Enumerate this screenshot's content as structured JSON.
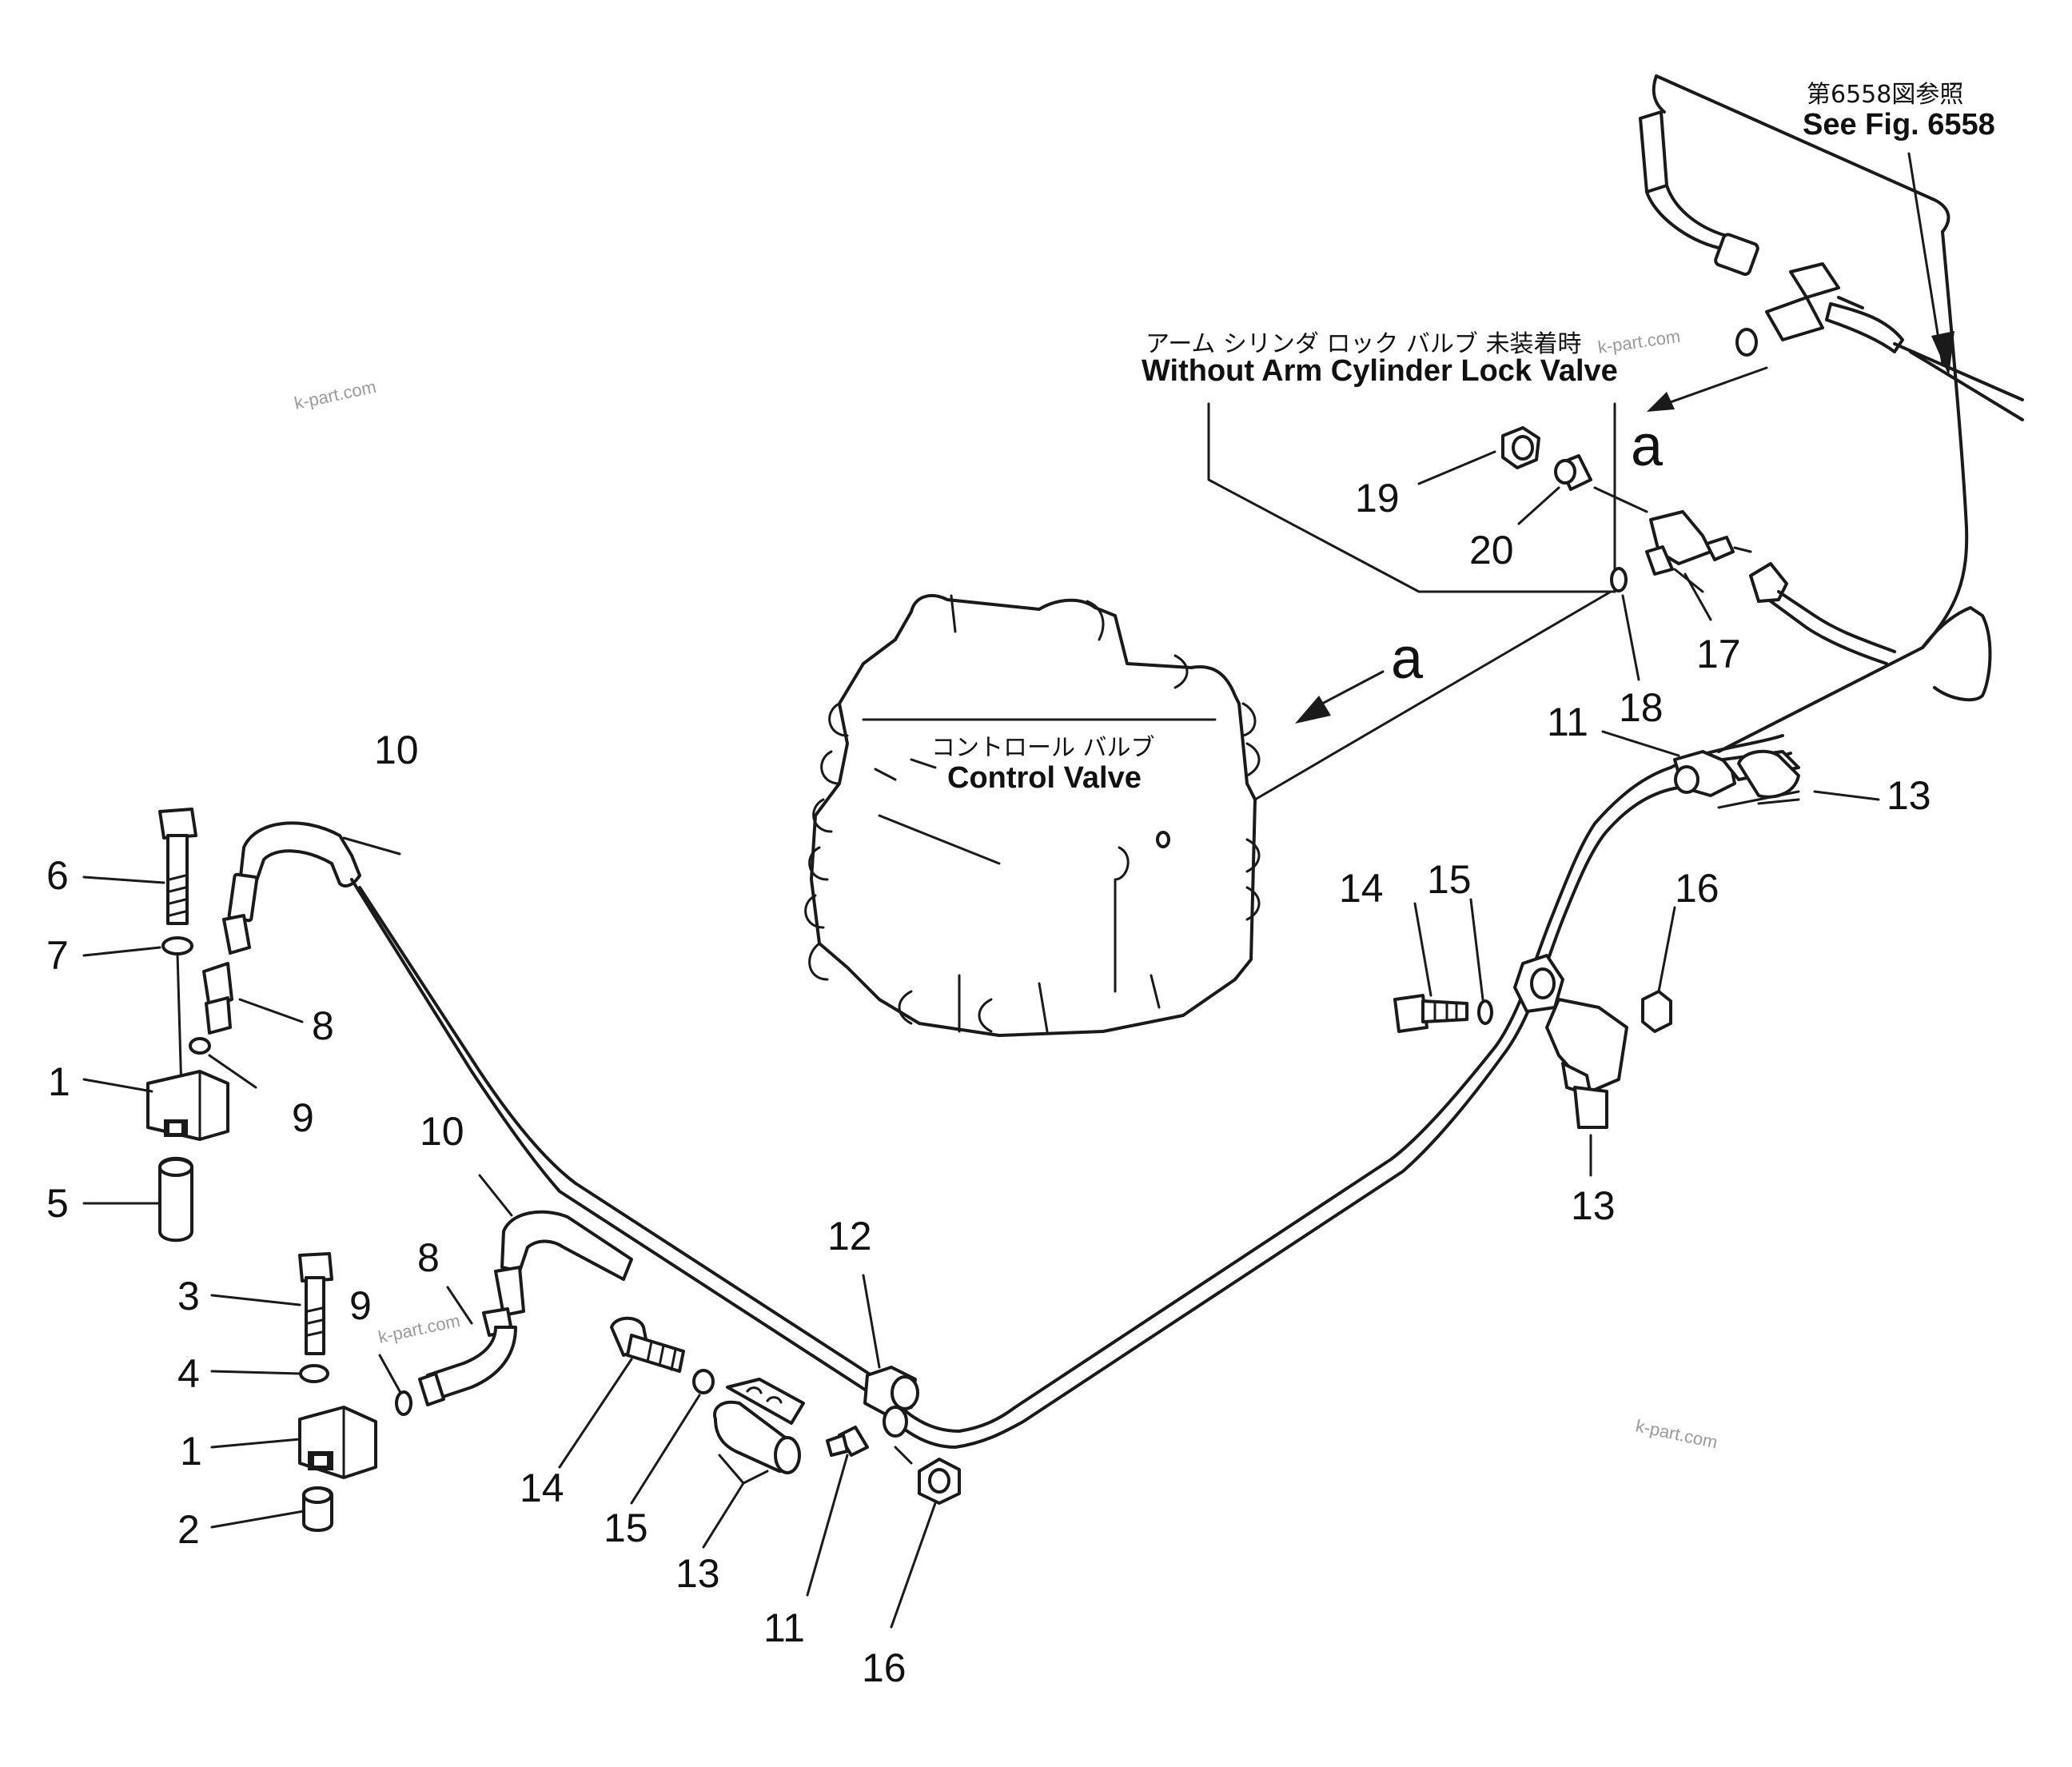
{
  "labels": {
    "see_fig_jp": "第6558図参照",
    "see_fig_en": "See Fig. 6558",
    "without_lock_jp": "アーム シリンダ ロック バルブ 未装着時",
    "without_lock_en": "Without Arm Cylinder Lock Valve",
    "control_valve_jp": "コントロール バルブ",
    "control_valve_en": "Control Valve",
    "detail_marker_box": "a",
    "detail_marker_valve": "a"
  },
  "watermark": "k-part.com",
  "callouts": {
    "c1a": "1",
    "c1b": "1",
    "c2": "2",
    "c3": "3",
    "c4": "4",
    "c5": "5",
    "c6": "6",
    "c7": "7",
    "c8a": "8",
    "c8b": "8",
    "c9a": "9",
    "c9b": "9",
    "c10a": "10",
    "c10b": "10",
    "c11a": "11",
    "c11b": "11",
    "c12": "12",
    "c13a": "13",
    "c13b": "13",
    "c13c": "13",
    "c14a": "14",
    "c14b": "14",
    "c15a": "15",
    "c15b": "15",
    "c16a": "16",
    "c16b": "16",
    "c17": "17",
    "c18": "18",
    "c19": "19",
    "c20": "20"
  }
}
